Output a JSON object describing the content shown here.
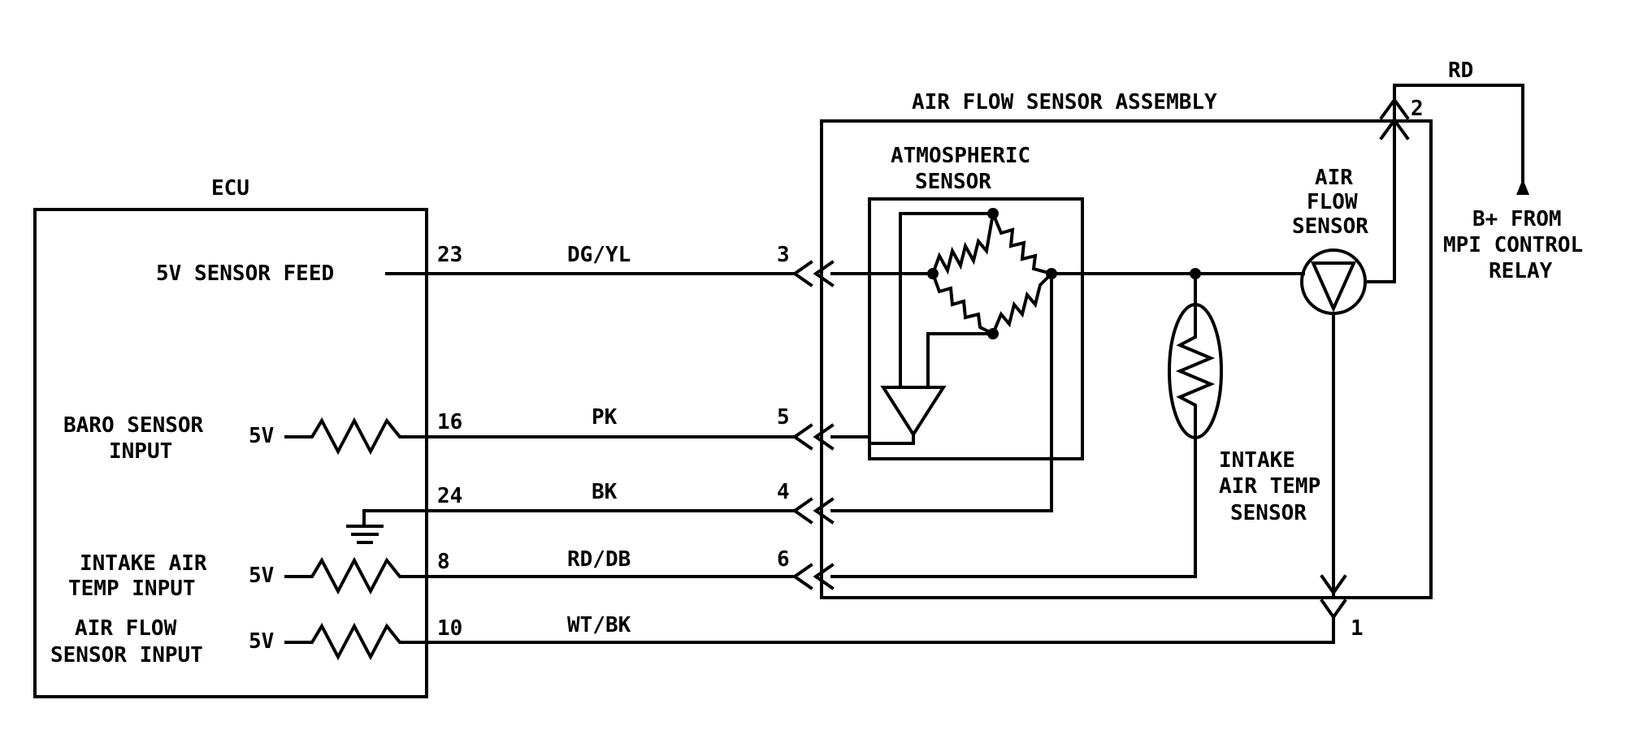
{
  "labels": {
    "ecu": "ECU",
    "assembly": "AIR FLOW SENSOR ASSEMBLY",
    "atmo_line1": "ATMOSPHERIC",
    "atmo_line2": "SENSOR",
    "afs_line1": "AIR",
    "afs_line2": "FLOW",
    "afs_line3": "SENSOR",
    "iat_line1": "INTAKE",
    "iat_line2": "AIR TEMP",
    "iat_line3": "SENSOR",
    "bplus_line1": "B+ FROM",
    "bplus_line2": "MPI CONTROL",
    "bplus_line3": "RELAY",
    "rd": "RD",
    "pin2": "2",
    "pin1": "1"
  },
  "ecu_inputs": {
    "feed": "5V SENSOR FEED",
    "baro_line1": "BARO SENSOR",
    "baro_line2": "INPUT",
    "iat_line1": "INTAKE AIR",
    "iat_line2": "TEMP INPUT",
    "afs_line1": "AIR FLOW",
    "afs_line2": "SENSOR INPUT",
    "v5": "5V"
  },
  "circuits": [
    {
      "ecu_pin": "23",
      "wire": "DG/YL",
      "connector_pin": "3"
    },
    {
      "ecu_pin": "16",
      "wire": "PK",
      "connector_pin": "5"
    },
    {
      "ecu_pin": "24",
      "wire": "BK",
      "connector_pin": "4"
    },
    {
      "ecu_pin": "8",
      "wire": "RD/DB",
      "connector_pin": "6"
    },
    {
      "ecu_pin": "10",
      "wire": "WT/BK",
      "connector_pin": ""
    }
  ]
}
